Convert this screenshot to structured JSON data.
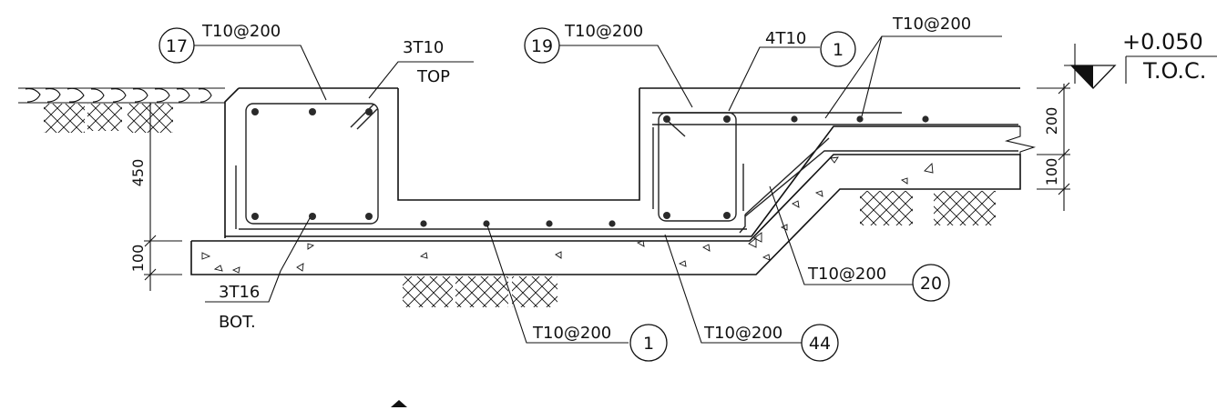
{
  "labels": {
    "t10_200_top_left": "T10@200",
    "bubble_17": "17",
    "bar_3t10": "3T10",
    "top": "TOP",
    "t10_200_mid": "T10@200",
    "bubble_19": "19",
    "bar_4t10": "4T10",
    "bubble_1_top": "1",
    "t10_200_top_right": "T10@200",
    "bar_3t16": "3T16",
    "bot": "BOT.",
    "t10_200_bottom_1": "T10@200",
    "bubble_1_bottom": "1",
    "t10_200_bottom_44": "T10@200",
    "bubble_44": "44",
    "t10_200_slope": "T10@200",
    "bubble_20": "20"
  },
  "level": {
    "value": "+0.050",
    "name": "T.O.C."
  },
  "dimensions": {
    "d450": "450",
    "d100_left": "100",
    "d200": "200",
    "d100_right": "100"
  }
}
